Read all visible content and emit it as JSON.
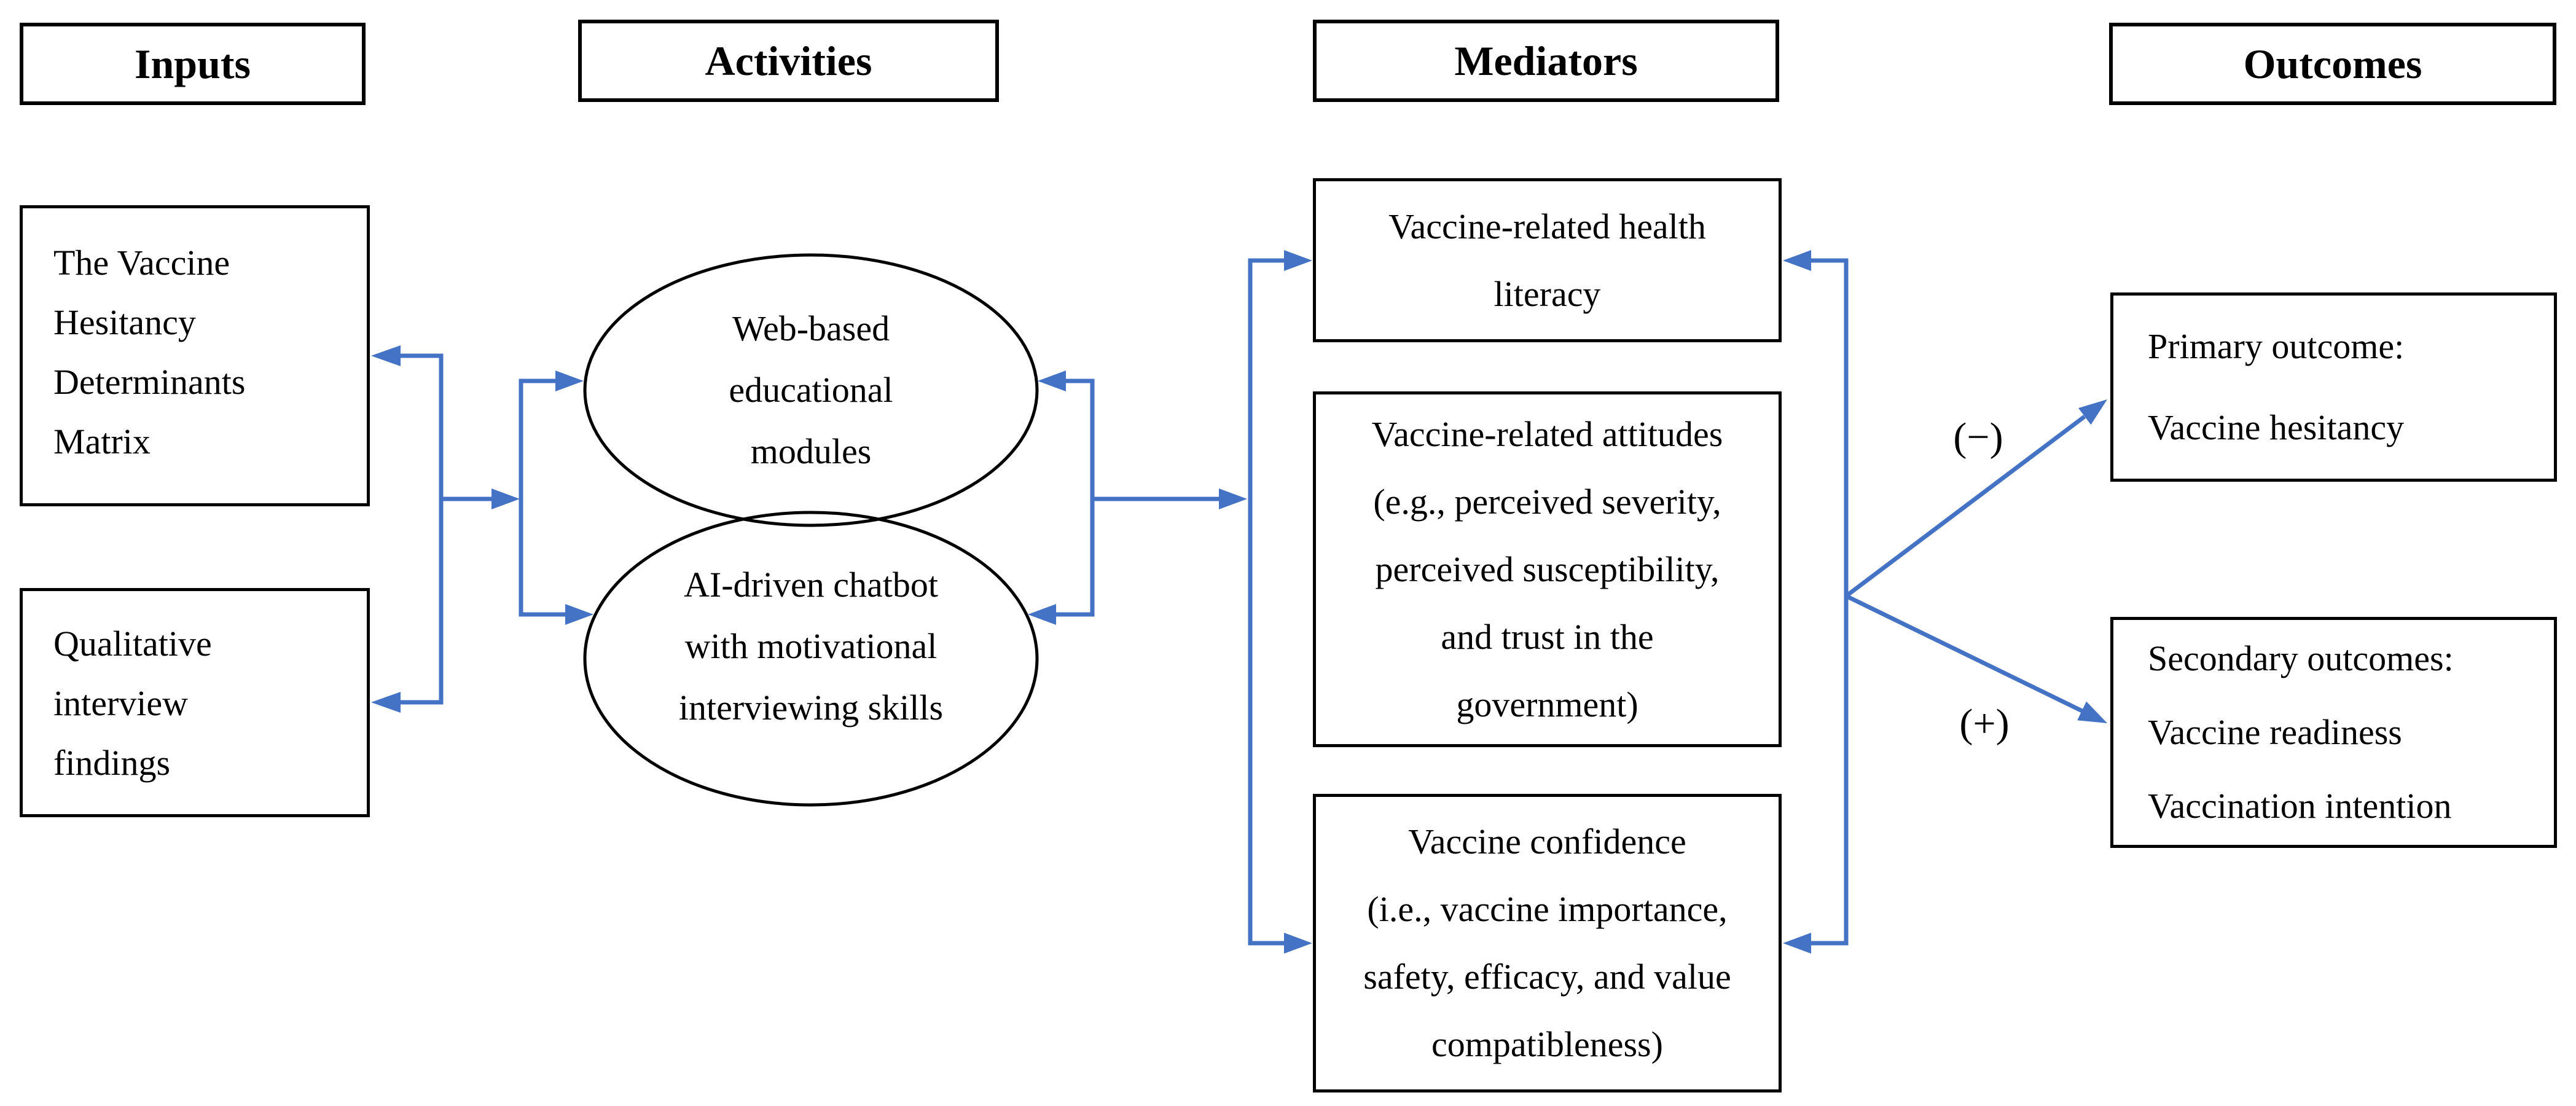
{
  "colors": {
    "connector_blue": "#4472C4",
    "box_border": "#000000",
    "background": "#FFFFFF",
    "text": "#000000"
  },
  "columns": {
    "inputs": {
      "header": "Inputs",
      "boxes": [
        {
          "lines": [
            "The Vaccine",
            "Hesitancy",
            "Determinants",
            "Matrix"
          ]
        },
        {
          "lines": [
            "Qualitative",
            "interview",
            "findings"
          ]
        }
      ]
    },
    "activities": {
      "header": "Activities",
      "ellipses": [
        {
          "lines": [
            "Web-based",
            "educational",
            "modules"
          ]
        },
        {
          "lines": [
            "AI-driven chatbot",
            "with motivational",
            "interviewing skills"
          ]
        }
      ]
    },
    "mediators": {
      "header": "Mediators",
      "boxes": [
        {
          "lines": [
            "Vaccine-related health",
            "literacy"
          ]
        },
        {
          "lines": [
            "Vaccine-related attitudes",
            "(e.g., perceived severity,",
            "perceived susceptibility,",
            "and trust in the",
            "government)"
          ]
        },
        {
          "lines": [
            "Vaccine confidence",
            "(i.e., vaccine importance,",
            "safety, efficacy, and value",
            "compatibleness)"
          ]
        }
      ]
    },
    "outcomes": {
      "header": "Outcomes",
      "boxes": [
        {
          "lines": [
            "Primary outcome:",
            "Vaccine hesitancy"
          ]
        },
        {
          "lines": [
            "Secondary outcomes:",
            "Vaccine readiness",
            "Vaccination intention"
          ]
        }
      ]
    }
  },
  "edge_labels": {
    "negative": "(−)",
    "positive": "(+)"
  }
}
